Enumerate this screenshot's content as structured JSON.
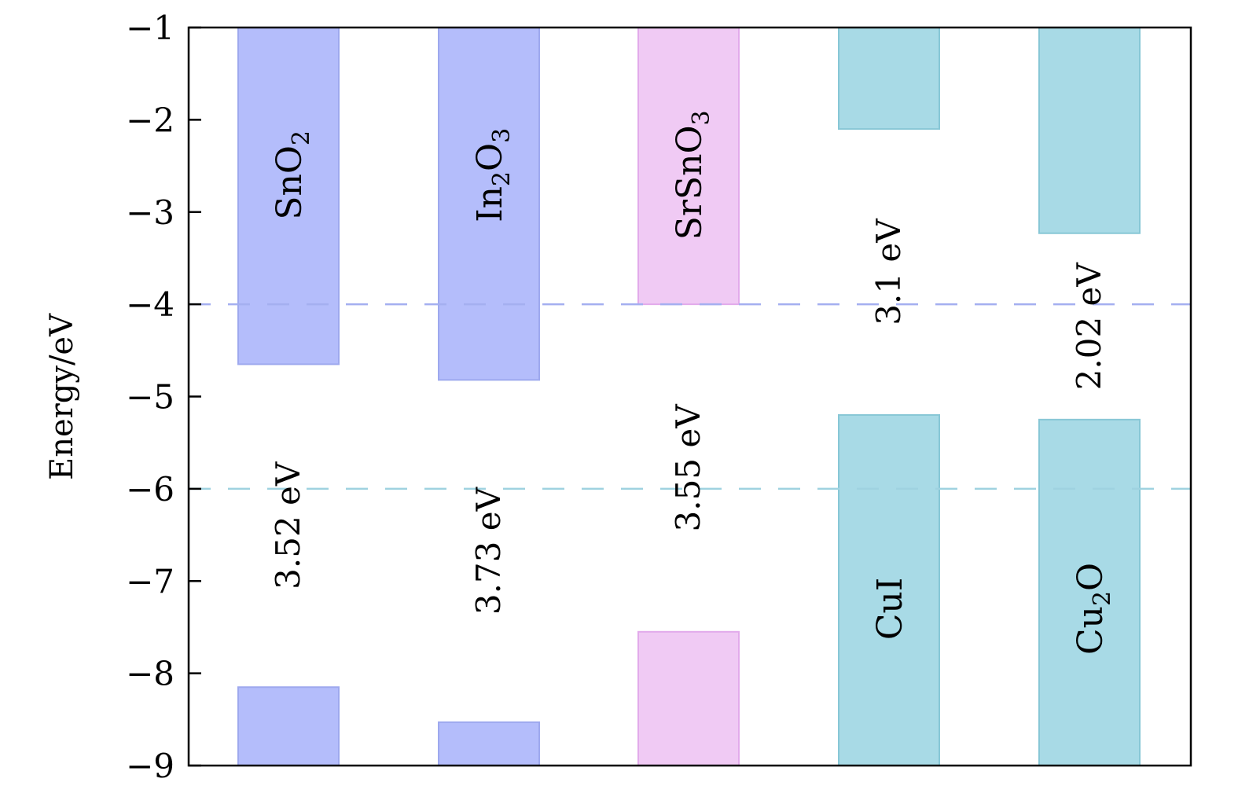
{
  "chart_data": {
    "type": "bar",
    "ylabel": "Energy/eV",
    "xlabel": "",
    "title": "",
    "ylim": [
      -9,
      -1
    ],
    "yticks": [
      -1,
      -2,
      -3,
      -4,
      -5,
      -6,
      -7,
      -8,
      -9
    ],
    "ytick_labels": [
      "−1",
      "−2",
      "−3",
      "−4",
      "−5",
      "−6",
      "−7",
      "−8",
      "−9"
    ],
    "grid": false,
    "reference_lines": [
      {
        "y": -4,
        "style": "dashed",
        "color": "#a4aff0"
      },
      {
        "y": -6,
        "style": "dashed",
        "color": "#9fd2e0"
      }
    ],
    "materials": [
      {
        "name": "SnO",
        "sub": "2",
        "cb_min": -4.65,
        "vb_max": -8.15,
        "gap_label": "3.52 eV",
        "color": "#b4bdfb",
        "edge": "#9ea9ee"
      },
      {
        "name": "In",
        "sub": "2",
        "name2": "O",
        "sub2": "3",
        "cb_min": -4.82,
        "vb_max": -8.53,
        "gap_label": "3.73 eV",
        "color": "#b4bdfb",
        "edge": "#9ea9ee"
      },
      {
        "name": "SrSnO",
        "sub": "3",
        "cb_min": -4.0,
        "vb_max": -7.55,
        "gap_label": "3.55 eV",
        "color": "#f0caf4",
        "edge": "#e2aaeb"
      },
      {
        "name": "CuI",
        "sub": "",
        "cb_min": -2.1,
        "vb_max": -5.2,
        "gap_label": "3.1 eV",
        "color": "#a8dae6",
        "edge": "#88c7d6"
      },
      {
        "name": "Cu",
        "sub": "2",
        "name2": "O",
        "sub2": "",
        "cb_min": -3.23,
        "vb_max": -5.25,
        "gap_label": "2.02 eV",
        "color": "#a8dae6",
        "edge": "#88c7d6"
      }
    ]
  }
}
